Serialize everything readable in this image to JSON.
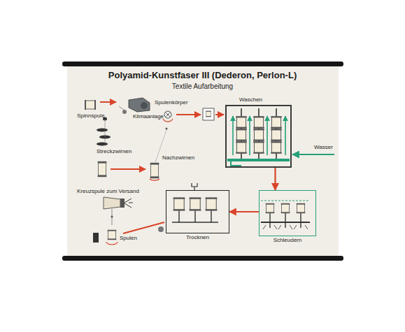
{
  "diagram": {
    "title": "Polyamid-Kunstfaser III (Dederon, Perlon-L)",
    "nodes": [
      {
        "text": [
          "Waschen"
        ]
      },
      {
        "text": [
          "Trocknen"
        ]
      },
      {
        "text": [
          "Schleudern"
        ]
      }
    ],
    "edges": [
      {
        "from": 0,
        "to": 2,
        "arrow": "to"
      },
      {
        "from": 2,
        "to": 1,
        "arrow": "to"
      }
    ],
    "labels": [
      "Textile Aufarbeitung",
      "Spinnspule",
      "Klimaanlage",
      "Streckzwirnen",
      "Spulenkörper",
      "Nachzwirnen",
      "Kreuzspule zum Versand",
      "Spulen",
      "Wasser"
    ]
  }
}
